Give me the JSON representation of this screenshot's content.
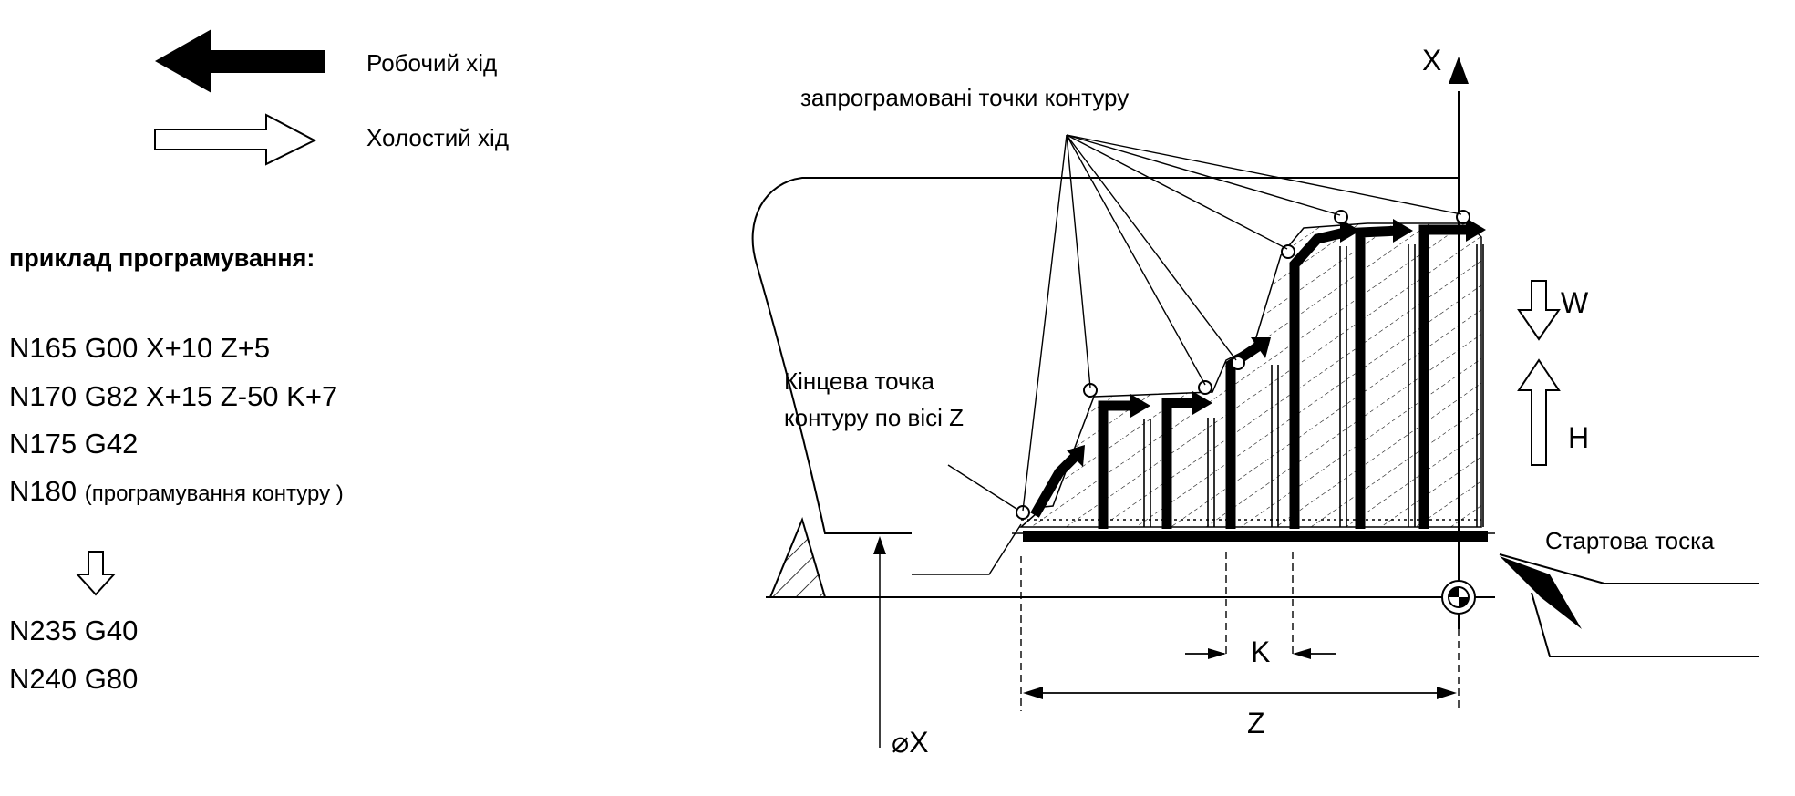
{
  "legend": {
    "working_stroke": "Робочий хід",
    "idle_stroke": "Холостий хід"
  },
  "program": {
    "heading": "приклад програмування:",
    "lines": [
      "N165 G00 X+10 Z+5",
      "N170 G82 X+15 Z-50 K+7",
      "N175 G42"
    ],
    "line_n180_code": "N180",
    "line_n180_comment": "(програмування контуру )",
    "end_lines": [
      "N235 G40",
      "N240 G80"
    ]
  },
  "diagram": {
    "contour_points_label": "запрограмовані точки контуру",
    "endpoint_label_line1": "Кінцева точка",
    "endpoint_label_line2": "контуру по вісі Z",
    "start_point_label": "Стартова тоска",
    "axis_x": "X",
    "label_w": "W",
    "label_h": "H",
    "label_k": "K",
    "label_z": "Z",
    "label_diam_x": "⌀X"
  },
  "colors": {
    "ink": "#000000",
    "background": "#ffffff"
  }
}
